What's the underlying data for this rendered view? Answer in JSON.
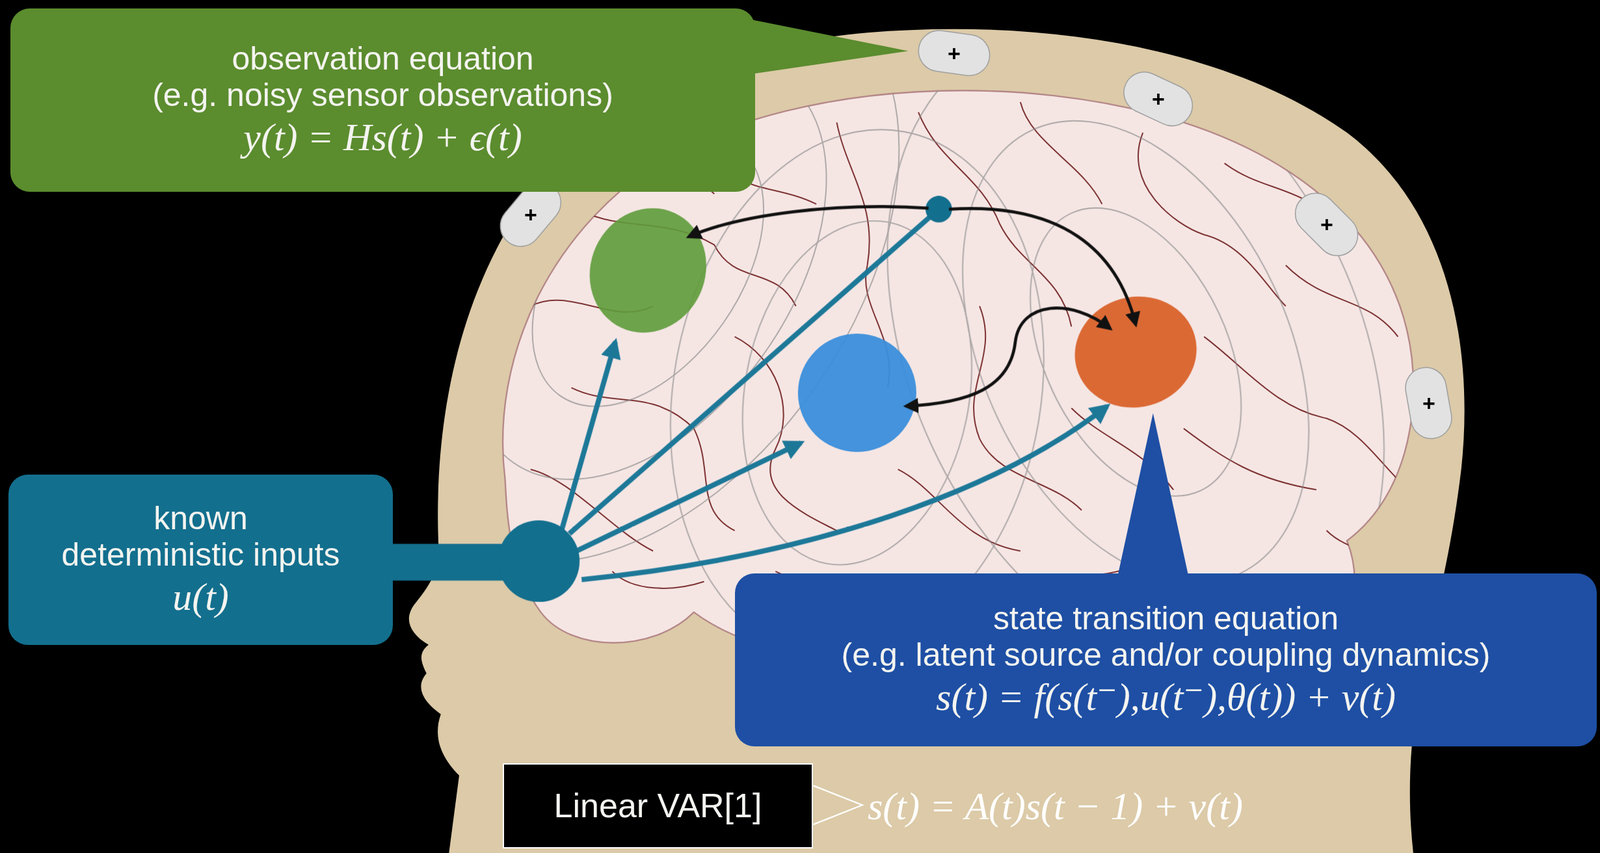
{
  "diagram": {
    "nodes": [
      {
        "text": [
          "observation equation",
          "(e.g. noisy sensor observations)",
          "y(t) = Hs(t) + ϵ(t)"
        ]
      },
      {
        "text": [
          "known deterministic inputs",
          "u(t)"
        ]
      },
      {
        "text": [
          "state transition equation",
          "(e.g. latent source and/or coupling dynamics)",
          "s(t) = f(s(t⁻),u(t⁻),θ(t)) + v(t)"
        ]
      },
      {
        "text": [
          "Linear VAR[1]"
        ]
      }
    ],
    "labels": [
      "+",
      "+",
      "+",
      "+",
      "+",
      "s(t) = A(t)s(t − 1) + v(t)"
    ]
  }
}
